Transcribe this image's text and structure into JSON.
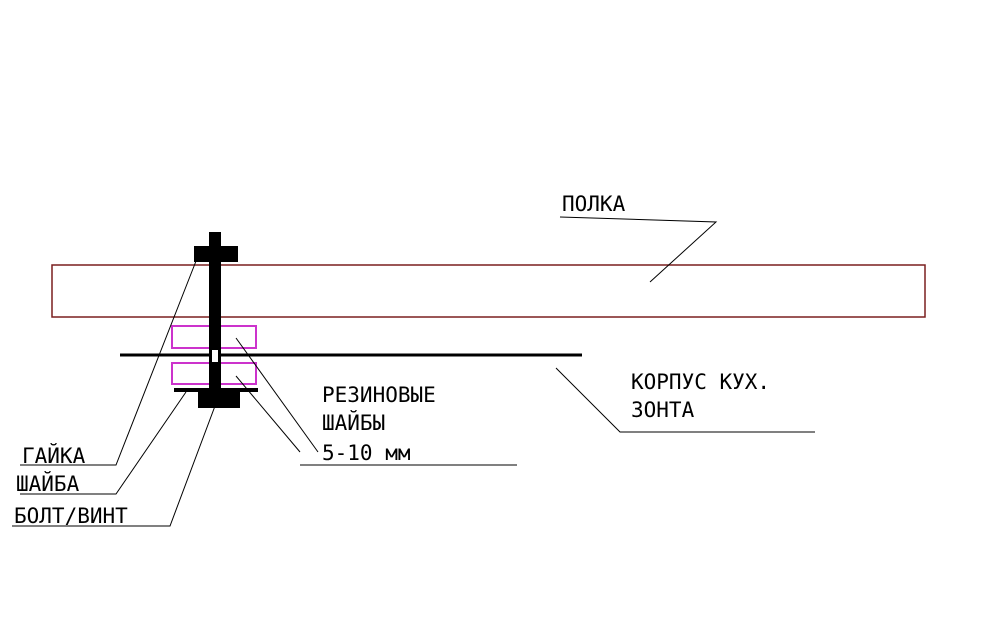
{
  "labels": {
    "shelf": "ПОЛКА",
    "hood_body_line1": "КОРПУС КУХ.",
    "hood_body_line2": "ЗОНТА",
    "rubber_line1": "РЕЗИНОВЫЕ",
    "rubber_line2": "ШАЙБЫ",
    "rubber_line3": "5-10 мм",
    "nut": "ГАЙКА",
    "washer": "ШАЙБА",
    "bolt": "БОЛТ/ВИНТ"
  },
  "colors": {
    "shelf_outline": "#7a1f1f",
    "rubber_washer": "#cc33cc",
    "hardware": "#000000",
    "background": "#ffffff"
  }
}
